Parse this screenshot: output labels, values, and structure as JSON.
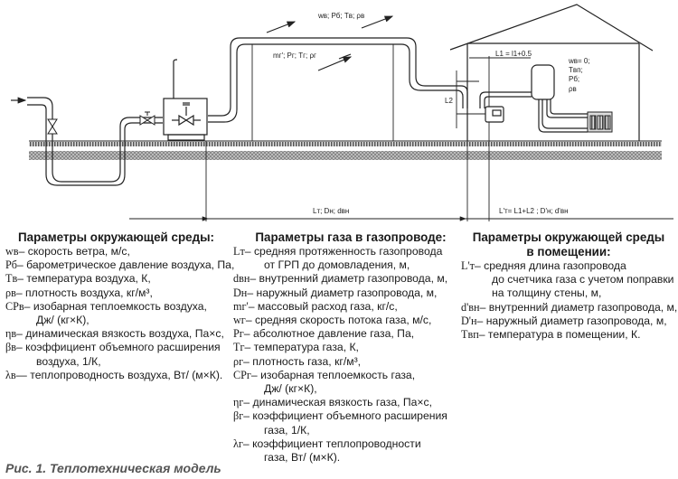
{
  "diagram": {
    "labels": {
      "outdoor_air": "wв; Pб; Tв; ρв",
      "gas_flow": "mг'; Pг; Tг; ρг",
      "pipe_length": "Lт; Dн; dвн",
      "indoor_length": "L'т= L1+L2 ; D'н; d'вн",
      "l1": "L1 = l1+0.5",
      "l2": "L2",
      "indoor_air_1": "wв= 0;",
      "indoor_air_2": "Tвп;",
      "indoor_air_3": "Pб;",
      "indoor_air_4": "ρв"
    }
  },
  "blocks": {
    "outdoor": {
      "title": "Параметры окружающей среды:",
      "items": [
        {
          "sym": "wв",
          "text": "– скорость ветра, м/с,"
        },
        {
          "sym": "Pб",
          "text": "– барометрическое давление воздуха, Па,"
        },
        {
          "sym": "Tв",
          "text": "– температура воздуха, К,"
        },
        {
          "sym": "ρв",
          "text": "– плотность воздуха, кг/м³,"
        },
        {
          "sym": "CPв",
          "text": "– изобарная теплоемкость воздуха,",
          "cont": "Дж/ (кг×К),"
        },
        {
          "sym": "ηв",
          "text": "– динамическая вязкость воздуха, Па×с,"
        },
        {
          "sym": "βв",
          "text": "– коэффициент объемного расширения",
          "cont": "воздуха, 1/К,"
        },
        {
          "sym": "λв",
          "text": "— теплопроводность воздуха, Вт/ (м×К)."
        }
      ]
    },
    "gas": {
      "title": "Параметры газа в газопроводе:",
      "items": [
        {
          "sym": "Lт",
          "text": "– средняя протяженность газопровода",
          "cont": "от ГРП до домовладения, м,"
        },
        {
          "sym": "dвн",
          "text": "– внутренний диаметр газопровода, м,"
        },
        {
          "sym": "Dн",
          "text": "– наружный диаметр газопровода, м,"
        },
        {
          "sym": "mг'",
          "text": "– массовый расход газа, кг/с,"
        },
        {
          "sym": "wг",
          "text": "– средняя скорость потока газа, м/с,"
        },
        {
          "sym": "Pг",
          "text": "– абсолютное давление газа, Па,"
        },
        {
          "sym": "Tг",
          "text": "– температура газа, К,"
        },
        {
          "sym": "ρг",
          "text": "– плотность газа, кг/м³,"
        },
        {
          "sym": "CPг",
          "text": "– изобарная  теплоемкость  газа,",
          "cont": "Дж/ (кг×К),"
        },
        {
          "sym": "ηг",
          "text": "– динамическая вязкость газа, Па×с,"
        },
        {
          "sym": "βг",
          "text": "– коэффициент объемного расширения",
          "cont": "газа, 1/К,"
        },
        {
          "sym": "λг",
          "text": "– коэффициент теплопроводности",
          "cont": "газа, Вт/ (м×К)."
        }
      ]
    },
    "indoor": {
      "title_line1": "Параметры окружающей среды",
      "title_line2": "в помещении:",
      "items": [
        {
          "sym": "L'т",
          "text": "– средняя   длина   газопровода",
          "cont": "до счетчика газа с учетом поправки",
          "cont2": "на толщину стены, м,"
        },
        {
          "sym": "d'вн",
          "text": "– внутренний диаметр газопровода, м,"
        },
        {
          "sym": "D'н",
          "text": "– наружный диаметр газопровода, м,"
        },
        {
          "sym": "Tвп",
          "text": "– температура в помещении, К."
        }
      ]
    }
  },
  "caption": "Рис. 1. Теплотехническая модель"
}
